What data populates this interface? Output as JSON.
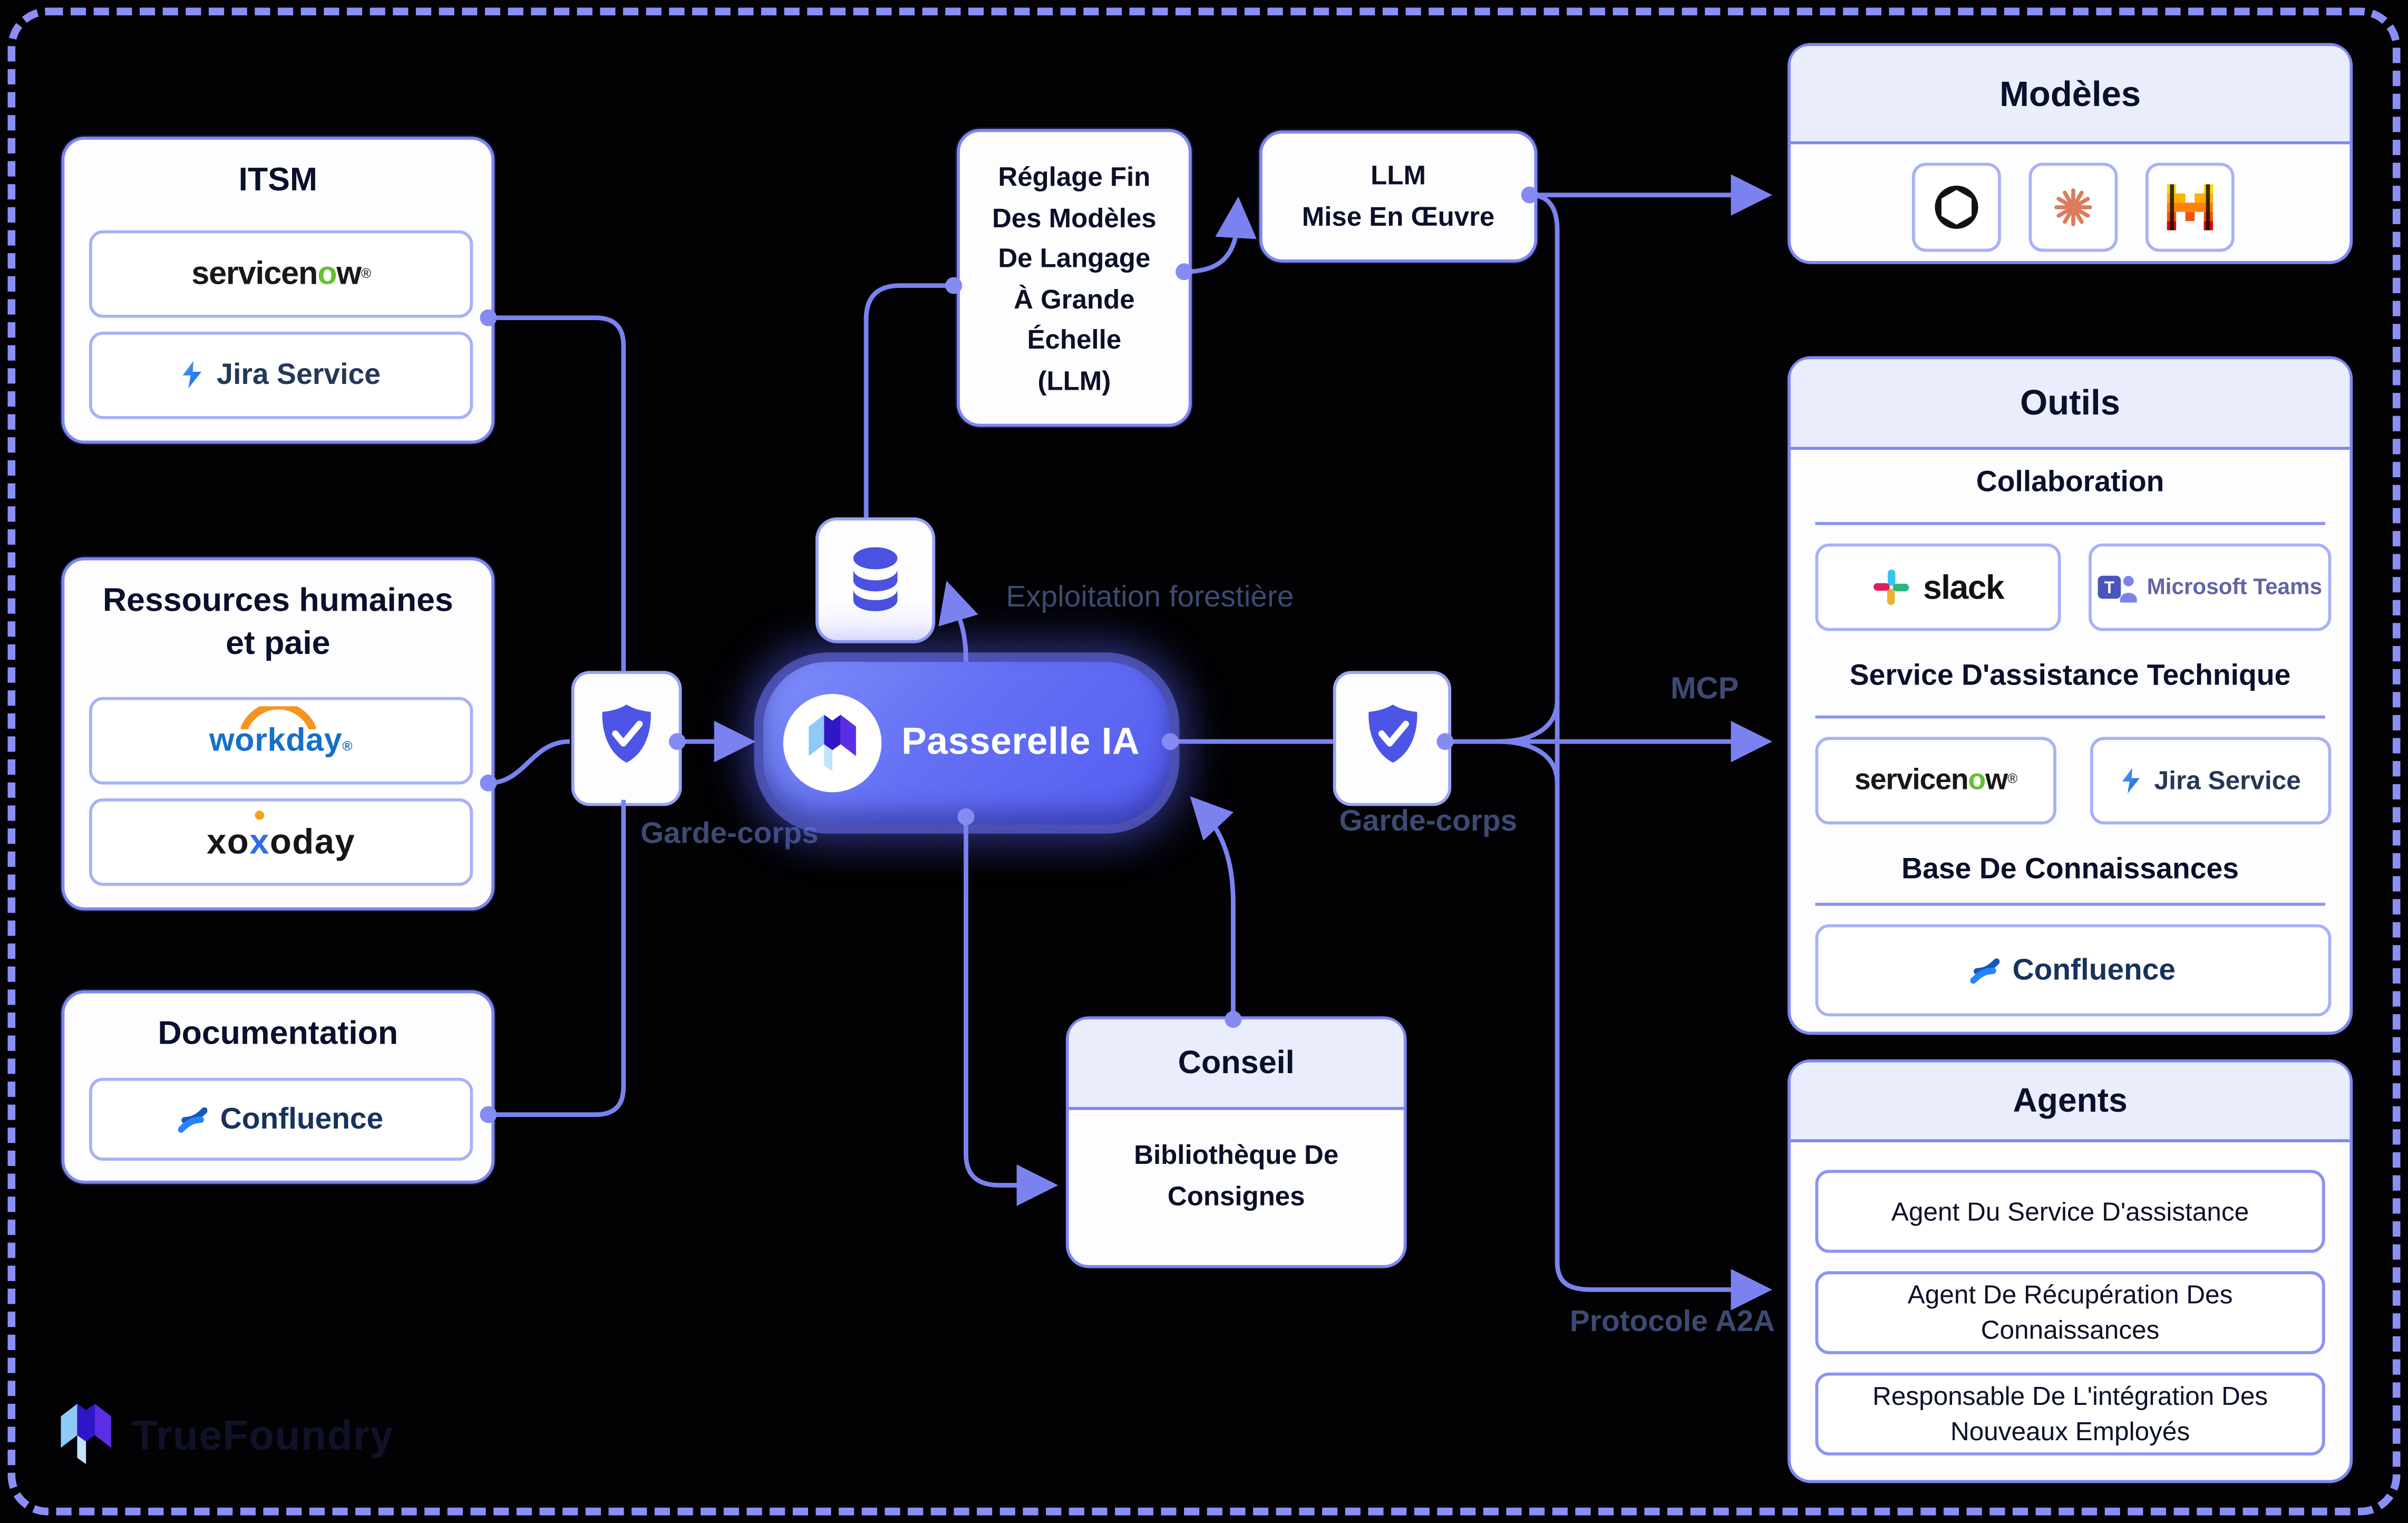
{
  "brand": {
    "wordmark": "TrueFoundry"
  },
  "pill": {
    "label": "Passerelle IA"
  },
  "labels": {
    "guardrail": "Garde-corps",
    "logging": "Exploitation forestière",
    "mcp": "MCP",
    "a2a": "Protocole A2A"
  },
  "boxes": {
    "itsm": {
      "title": "ITSM"
    },
    "hr": {
      "title_line1": "Ressources humaines",
      "title_line2": "et paie"
    },
    "doc": {
      "title": "Documentation"
    },
    "finetune": {
      "lines": [
        "Réglage Fin",
        "Des Modèles",
        "De Langage",
        "À Grande",
        "Échelle",
        "(LLM)"
      ]
    },
    "llm": {
      "line1": "LLM",
      "line2": "Mise En Œuvre"
    },
    "conseil": {
      "title": "Conseil",
      "body_line1": "Bibliothèque De",
      "body_line2": "Consignes"
    },
    "models": {
      "title": "Modèles"
    },
    "tools": {
      "title": "Outils",
      "section_collab": "Collaboration",
      "section_helpdesk": "Service D'assistance Technique",
      "section_kb": "Base De Connaissances"
    },
    "agents": {
      "title": "Agents",
      "items": [
        "Agent Du Service D'assistance",
        "Agent De Récupération Des Connaissances",
        "Responsable De L'intégration Des Nouveaux Employés"
      ]
    }
  },
  "logos": {
    "servicenow": {
      "pre": "servicen",
      "o": "o",
      "post": "w",
      "reg": "®"
    },
    "jira": {
      "label": "Jira Service"
    },
    "workday": {
      "label": "workday",
      "reg": "®"
    },
    "xoxoday": {
      "pre": "xo",
      "x": "x",
      "post": "oday"
    },
    "confluence": {
      "label": "Confluence"
    },
    "slack": {
      "label": "slack"
    },
    "teams": {
      "label": "Microsoft Teams",
      "initial": "T"
    }
  },
  "icons": {
    "names": [
      "shield-check-icon",
      "database-icon",
      "cube-logo-icon",
      "openai-icon",
      "anthropic-icon",
      "mistral-icon",
      "slack-icon",
      "teams-icon",
      "jira-bolt-icon",
      "confluence-mark-icon",
      "workday-arc-icon"
    ]
  },
  "colors": {
    "wire": "#7b82f0",
    "frame": "#8a8ff5",
    "panel_border": "#7e87f2",
    "header_bg": "#eaedfc",
    "pill_gradient_start": "#7e8df9",
    "pill_gradient_end": "#545cf0",
    "slate_label": "#3d4a72"
  }
}
